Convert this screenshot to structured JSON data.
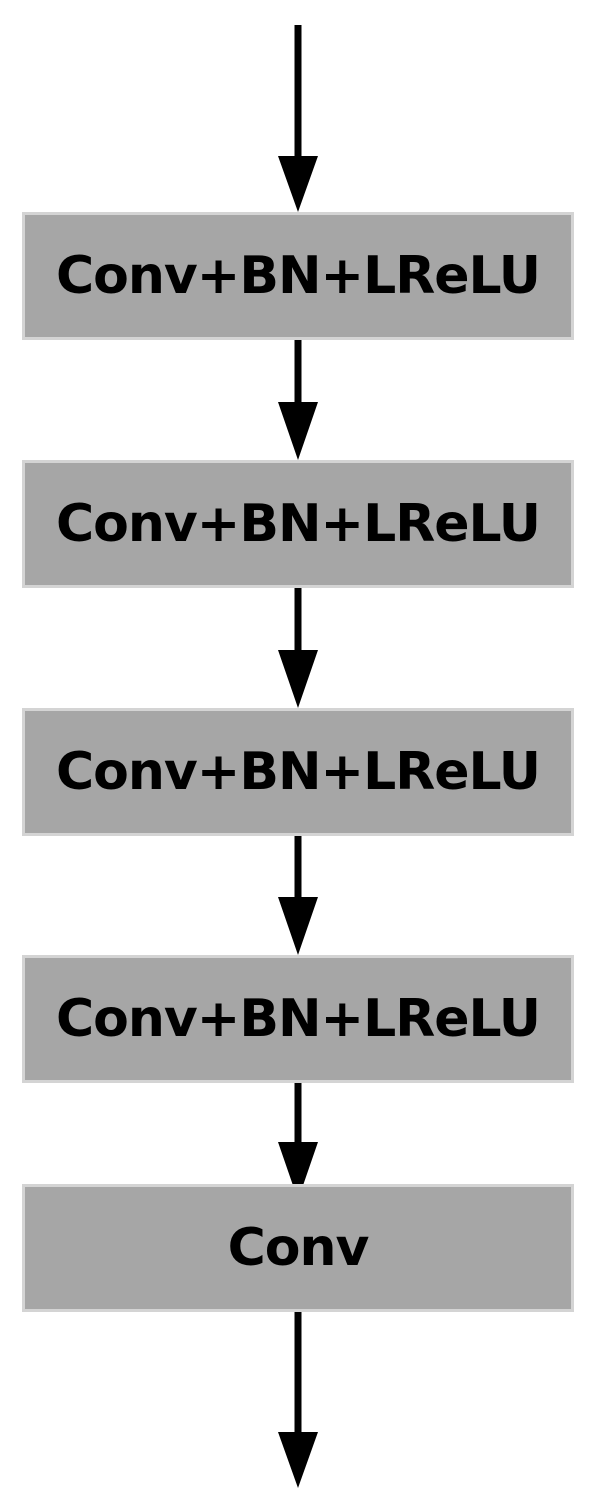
{
  "diagram": {
    "blocks": [
      {
        "label": "Conv+BN+LReLU"
      },
      {
        "label": "Conv+BN+LReLU"
      },
      {
        "label": "Conv+BN+LReLU"
      },
      {
        "label": "Conv+BN+LReLU"
      },
      {
        "label": "Conv"
      }
    ],
    "colors": {
      "block_fill": "#a6a6a6",
      "block_border": "#d4d4d4",
      "arrow": "#000000",
      "text": "#000000"
    }
  }
}
